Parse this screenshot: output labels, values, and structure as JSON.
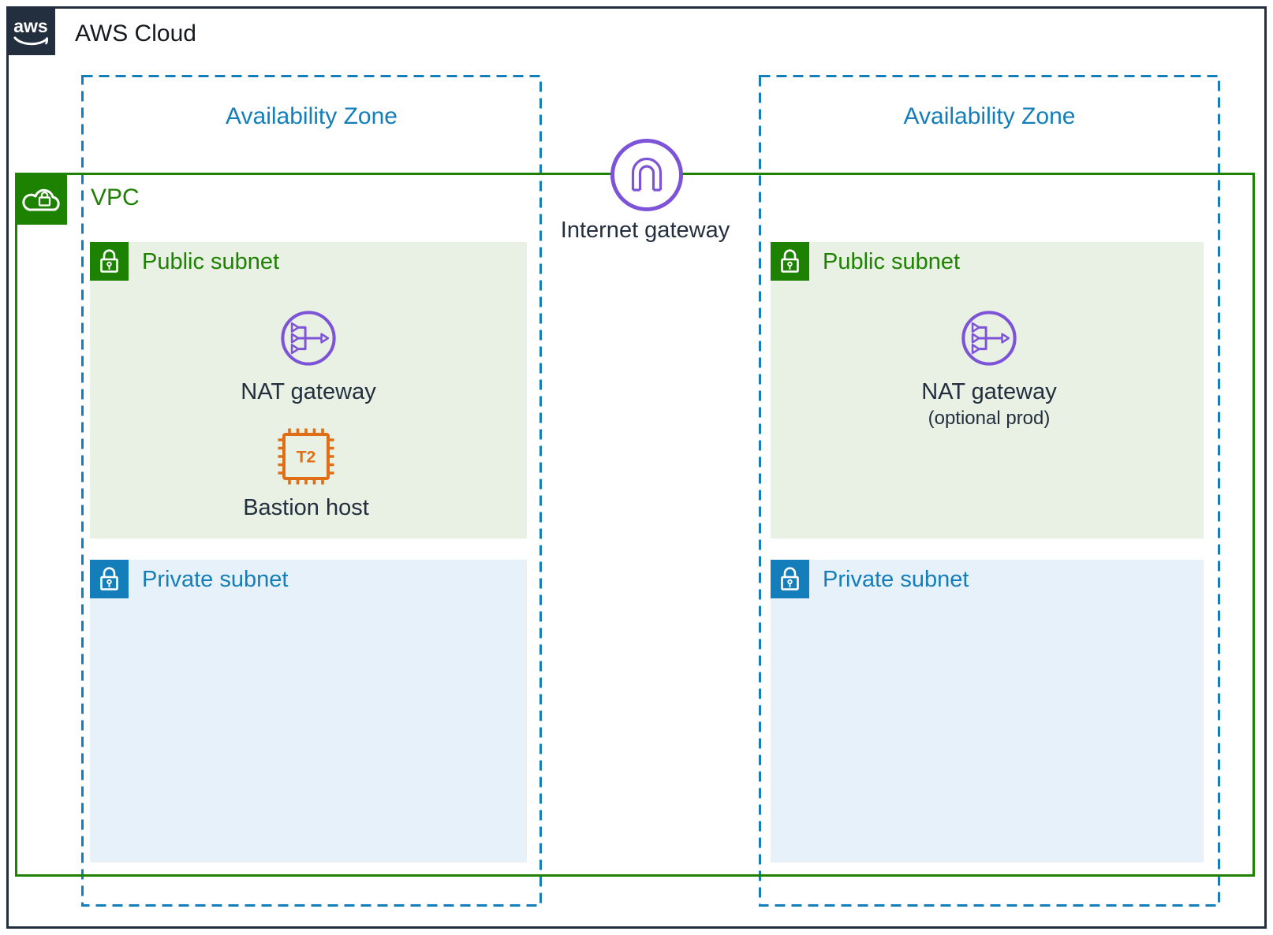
{
  "header": {
    "logo": "aws",
    "title": "AWS Cloud"
  },
  "availability_zones": [
    {
      "label": "Availability Zone"
    },
    {
      "label": "Availability Zone"
    }
  ],
  "vpc": {
    "label": "VPC"
  },
  "internet_gateway": {
    "label": "Internet gateway"
  },
  "subnets": {
    "public_left": {
      "label": "Public subnet"
    },
    "public_right": {
      "label": "Public subnet"
    },
    "private_left": {
      "label": "Private subnet"
    },
    "private_right": {
      "label": "Private subnet"
    }
  },
  "nodes": {
    "nat_left": {
      "label": "NAT gateway"
    },
    "nat_right": {
      "label": "NAT gateway",
      "sublabel": "(optional prod)"
    },
    "bastion": {
      "label": "Bastion host",
      "chip_text": "T2"
    }
  },
  "colors": {
    "frame_navy": "#232F3E",
    "vpc_green": "#1D8102",
    "public_subnet_fill": "#E9F1E4",
    "az_blue": "#147EBA",
    "private_subnet_fill": "#E7F1F9",
    "gateway_purple": "#7D54D8",
    "compute_orange": "#DE6F16"
  }
}
